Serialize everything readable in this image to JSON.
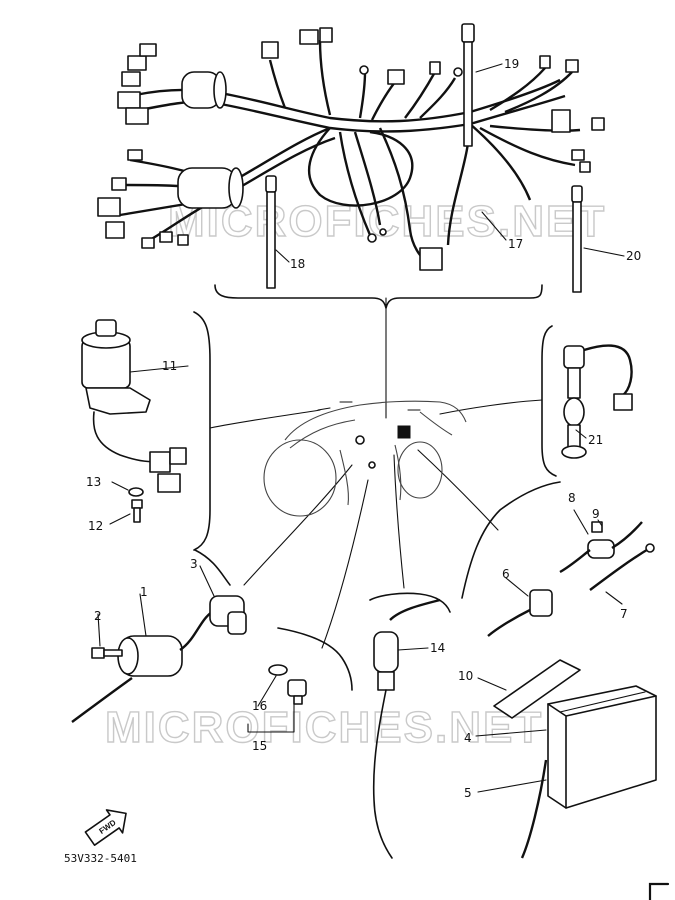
{
  "watermarks": {
    "top": "MICROFICHES.NET",
    "bottom": "MICROFICHES.NET"
  },
  "part_callouts": {
    "p1": "1",
    "p2": "2",
    "p3": "3",
    "p4": "4",
    "p5": "5",
    "p6": "6",
    "p7": "7",
    "p8": "8",
    "p9": "9",
    "p10": "10",
    "p11": "11",
    "p12": "12",
    "p13": "13",
    "p14": "14",
    "p15": "15",
    "p16": "16",
    "p17": "17",
    "p18": "18",
    "p19": "19",
    "p20": "20",
    "p21": "21"
  },
  "forward_arrow": {
    "label": "FWD"
  },
  "figure_code": "53V332-5401",
  "icons": {
    "forward": "forward-arrow-icon",
    "corner": "corner-bracket-icon"
  }
}
